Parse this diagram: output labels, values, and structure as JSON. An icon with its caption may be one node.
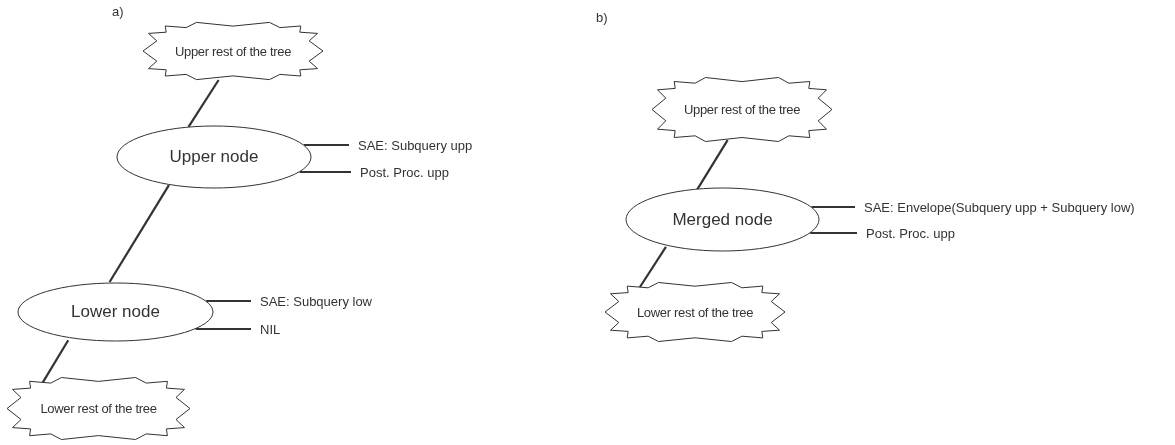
{
  "diagram": {
    "nodes": [
      {
        "text": [
          "Upper rest of the tree"
        ]
      },
      {
        "text": [
          "Upper node"
        ]
      },
      {
        "text": [
          "SAE: Subquery upp"
        ]
      },
      {
        "text": [
          "Post. Proc. upp"
        ]
      },
      {
        "text": [
          "Lower node"
        ]
      },
      {
        "text": [
          "SAE: Subquery low"
        ]
      },
      {
        "text": [
          "NIL"
        ]
      },
      {
        "text": [
          "Lower rest of the tree"
        ]
      },
      {
        "text": [
          "Upper rest of the tree"
        ]
      },
      {
        "text": [
          "Merged node"
        ]
      },
      {
        "text": [
          "SAE: Envelope(Subquery upp + Subquery low)"
        ]
      },
      {
        "text": [
          "Post. Proc. upp"
        ]
      },
      {
        "text": [
          "Lower rest of the tree"
        ]
      }
    ],
    "edges": [
      {
        "from": 0,
        "to": 1,
        "arrow": "none"
      },
      {
        "from": 1,
        "to": 2,
        "arrow": "none"
      },
      {
        "from": 1,
        "to": 3,
        "arrow": "none"
      },
      {
        "from": 1,
        "to": 4,
        "arrow": "none"
      },
      {
        "from": 4,
        "to": 5,
        "arrow": "none"
      },
      {
        "from": 4,
        "to": 6,
        "arrow": "none"
      },
      {
        "from": 4,
        "to": 7,
        "arrow": "none"
      },
      {
        "from": 8,
        "to": 9,
        "arrow": "none"
      },
      {
        "from": 9,
        "to": 10,
        "arrow": "none"
      },
      {
        "from": 9,
        "to": 11,
        "arrow": "none"
      },
      {
        "from": 9,
        "to": 12,
        "arrow": "none"
      }
    ],
    "labels": [
      "a)",
      "b)"
    ]
  }
}
